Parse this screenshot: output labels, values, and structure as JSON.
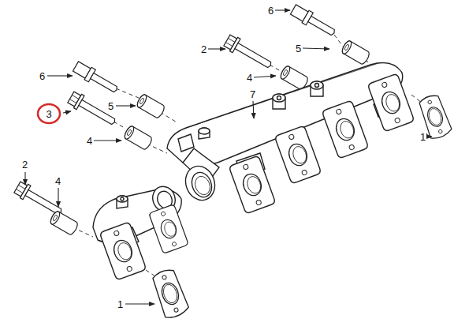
{
  "diagram": {
    "nodes": [
      {
        "text": [
          "3"
        ]
      }
    ],
    "labels": [
      "6",
      "2",
      "5",
      "4",
      "7",
      "6",
      "5",
      "4",
      "1",
      "2",
      "4",
      "1"
    ]
  }
}
